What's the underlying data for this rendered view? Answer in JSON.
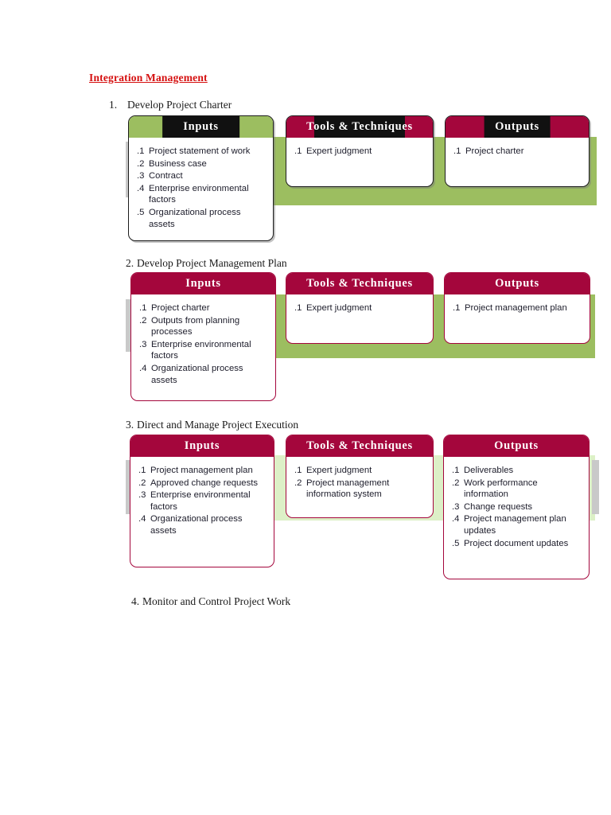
{
  "document": {
    "section_title": "Integration Management"
  },
  "colors": {
    "heading_red": "#d51010",
    "crimson": "#a4063c",
    "green_band": "#9cbe60",
    "light_green_band": "#ddf0c7",
    "header_plate_black": "#111111",
    "body_text": "#20202e"
  },
  "processes": [
    {
      "number": "1.",
      "name": "Develop Project Charter",
      "columns": [
        {
          "header": "Inputs",
          "items": [
            {
              "idx": ".1",
              "text": "Project statement of work"
            },
            {
              "idx": ".2",
              "text": "Business case"
            },
            {
              "idx": ".3",
              "text": "Contract"
            },
            {
              "idx": ".4",
              "text": "Enterprise environmental factors"
            },
            {
              "idx": ".5",
              "text": "Organizational process assets"
            }
          ]
        },
        {
          "header": "Tools & Techniques",
          "items": [
            {
              "idx": ".1",
              "text": "Expert judgment"
            }
          ]
        },
        {
          "header": "Outputs",
          "items": [
            {
              "idx": ".1",
              "text": "Project charter"
            }
          ]
        }
      ]
    },
    {
      "number": "2.",
      "name": "Develop Project Management Plan",
      "columns": [
        {
          "header": "Inputs",
          "items": [
            {
              "idx": ".1",
              "text": "Project charter"
            },
            {
              "idx": ".2",
              "text": "Outputs from planning processes"
            },
            {
              "idx": ".3",
              "text": "Enterprise environmental factors"
            },
            {
              "idx": ".4",
              "text": "Organizational process assets"
            }
          ]
        },
        {
          "header": "Tools & Techniques",
          "items": [
            {
              "idx": ".1",
              "text": "Expert judgment"
            }
          ]
        },
        {
          "header": "Outputs",
          "items": [
            {
              "idx": ".1",
              "text": "Project management plan"
            }
          ]
        }
      ]
    },
    {
      "number": "3.",
      "name": "Direct and Manage Project Execution",
      "columns": [
        {
          "header": "Inputs",
          "items": [
            {
              "idx": ".1",
              "text": "Project management plan"
            },
            {
              "idx": ".2",
              "text": "Approved change requests"
            },
            {
              "idx": ".3",
              "text": "Enterprise environmental factors"
            },
            {
              "idx": ".4",
              "text": "Organizational process assets"
            }
          ]
        },
        {
          "header": "Tools & Techniques",
          "items": [
            {
              "idx": ".1",
              "text": "Expert judgment"
            },
            {
              "idx": ".2",
              "text": "Project management information system"
            }
          ]
        },
        {
          "header": "Outputs",
          "items": [
            {
              "idx": ".1",
              "text": "Deliverables"
            },
            {
              "idx": ".2",
              "text": "Work performance information"
            },
            {
              "idx": ".3",
              "text": "Change requests"
            },
            {
              "idx": ".4",
              "text": "Project management plan updates"
            },
            {
              "idx": ".5",
              "text": "Project document updates"
            }
          ]
        }
      ]
    },
    {
      "number": "4.",
      "name": "Monitor and Control Project Work",
      "columns": []
    }
  ]
}
